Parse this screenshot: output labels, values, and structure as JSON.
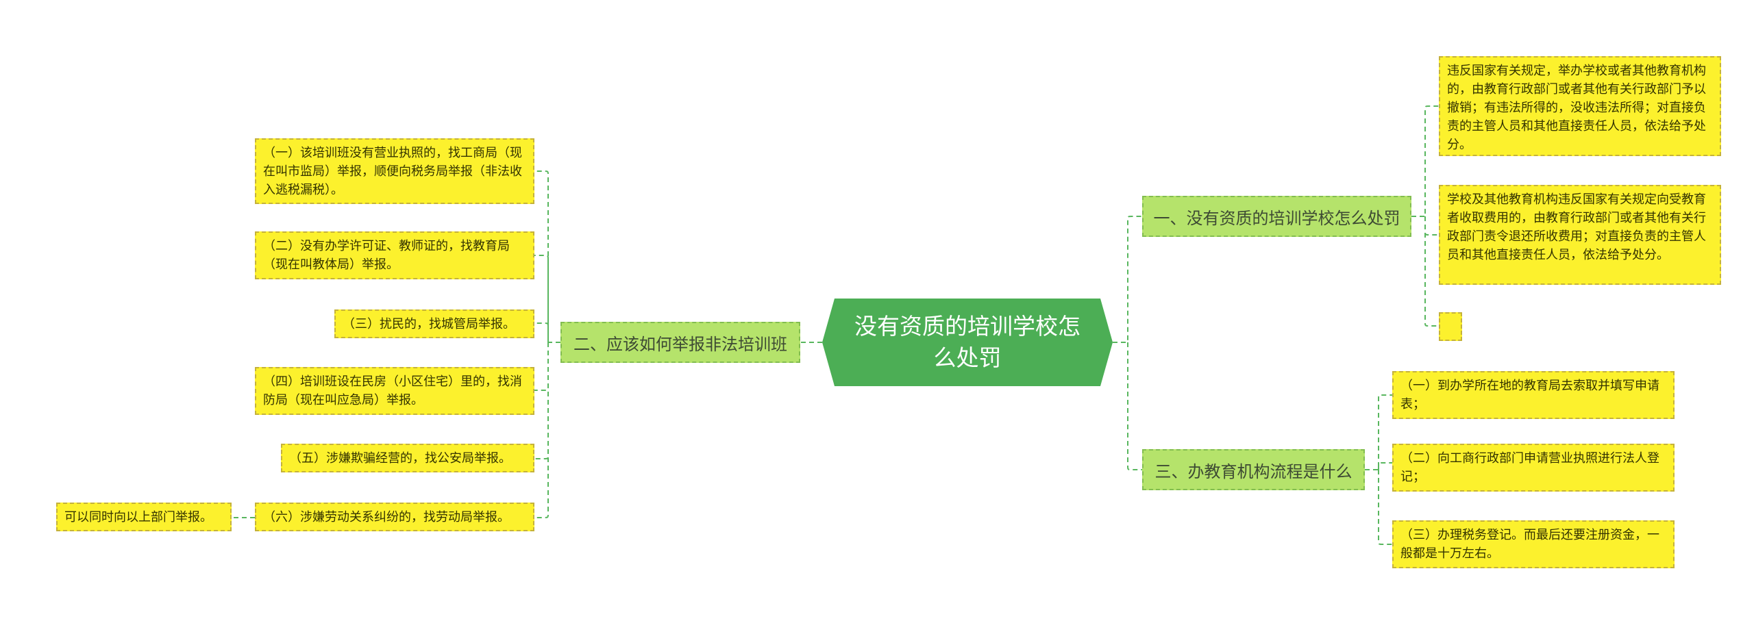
{
  "root": {
    "title": "没有资质的培训学校怎么处罚"
  },
  "branches": {
    "b1": {
      "label": "一、没有资质的培训学校怎么处罚"
    },
    "b2": {
      "label": "二、应该如何举报非法培训班"
    },
    "b3": {
      "label": "三、办教育机构流程是什么"
    }
  },
  "leaves": {
    "r1": "违反国家有关规定，举办学校或者其他教育机构的，由教育行政部门或者其他有关行政部门予以撤销；有违法所得的，没收违法所得；对直接负责的主管人员和其他直接责任人员，依法给予处分。",
    "r2": "学校及其他教育机构违反国家有关规定向受教育者收取费用的，由教育行政部门或者其他有关行政部门责令退还所收费用；对直接负责的主管人员和其他直接责任人员，依法给予处分。",
    "r3": "",
    "l1": "（一）该培训班没有营业执照的，找工商局（现在叫市监局）举报，顺便向税务局举报（非法收入逃税漏税）。",
    "l2": "（二）没有办学许可证、教师证的，找教育局（现在叫教体局）举报。",
    "l3": "（三）扰民的，找城管局举报。",
    "l4": "（四）培训班设在民房（小区住宅）里的，找消防局（现在叫应急局）举报。",
    "l5": "（五）涉嫌欺骗经营的，找公安局举报。",
    "l6": "（六）涉嫌劳动关系纠纷的，找劳动局举报。",
    "l6a": "可以同时向以上部门举报。",
    "p1": "（一）到办学所在地的教育局去索取并填写申请表；",
    "p2": "（二）向工商行政部门申请营业执照进行法人登记；",
    "p3": "（三）办理税务登记。而最后还要注册资金，一般都是十万左右。"
  },
  "colors": {
    "root_fill": "#4cae55",
    "branch_fill": "#b5e36b",
    "leaf_fill": "#fcf12d",
    "connector": "#58b65e"
  }
}
